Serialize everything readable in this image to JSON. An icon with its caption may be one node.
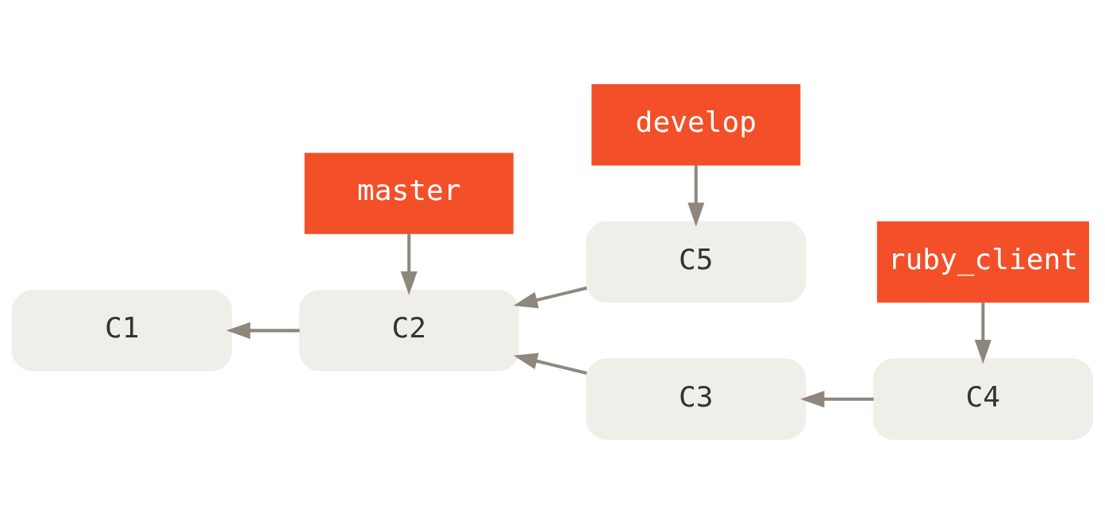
{
  "diagram": {
    "nodes": [
      {
        "text": [
          "master"
        ]
      },
      {
        "text": [
          "develop"
        ]
      },
      {
        "text": [
          "C1"
        ]
      },
      {
        "text": [
          "C2"
        ]
      },
      {
        "text": [
          "C5"
        ]
      },
      {
        "text": [
          "C3"
        ]
      },
      {
        "text": [
          "C4"
        ]
      },
      {
        "text": [
          "ruby_client"
        ]
      }
    ],
    "edges": [
      {
        "from": 0,
        "to": 3,
        "arrow": "to"
      },
      {
        "from": 1,
        "to": 4,
        "arrow": "to"
      },
      {
        "from": 3,
        "to": 2,
        "arrow": "to"
      },
      {
        "from": 4,
        "to": 3,
        "arrow": "to"
      },
      {
        "from": 5,
        "to": 3,
        "arrow": "to"
      },
      {
        "from": 6,
        "to": 5,
        "arrow": "to"
      },
      {
        "from": 7,
        "to": 6,
        "arrow": "to"
      }
    ]
  }
}
